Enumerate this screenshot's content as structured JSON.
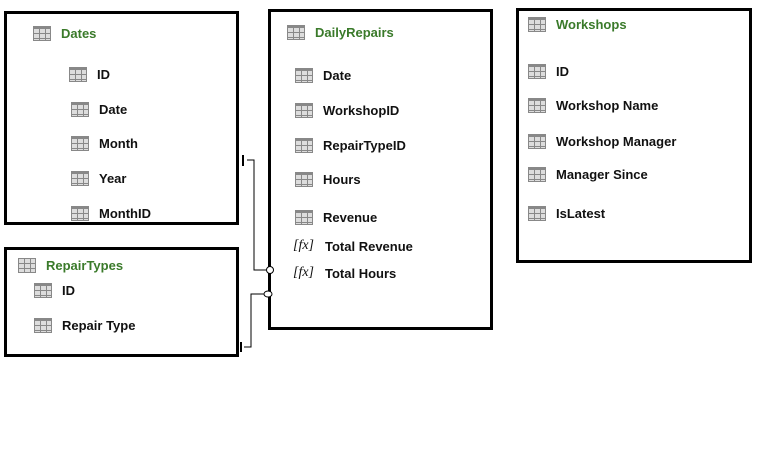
{
  "tables": {
    "dates": {
      "title": "Dates",
      "fields": [
        "ID",
        "Date",
        "Month",
        "Year",
        "MonthID"
      ]
    },
    "repair_types": {
      "title": "RepairTypes",
      "fields": [
        "ID",
        "Repair Type"
      ]
    },
    "daily_repairs": {
      "title": "DailyRepairs",
      "fields": [
        "Date",
        "WorkshopID",
        "RepairTypeID",
        "Hours",
        "Revenue"
      ],
      "measures": [
        "Total Revenue",
        "Total Hours"
      ],
      "measure_icon": "[fx]"
    },
    "workshops": {
      "title": "Workshops",
      "fields": [
        "ID",
        "Workshop Name",
        "Workshop Manager",
        "Manager Since",
        "IsLatest"
      ]
    }
  },
  "relationships": [
    {
      "from": "Dates",
      "to": "DailyRepairs",
      "from_card": "1",
      "to_card": "many"
    },
    {
      "from": "RepairTypes",
      "to": "DailyRepairs",
      "from_card": "1",
      "to_card": "many"
    }
  ],
  "colors": {
    "title": "#3a7a2a",
    "border": "#000000"
  }
}
